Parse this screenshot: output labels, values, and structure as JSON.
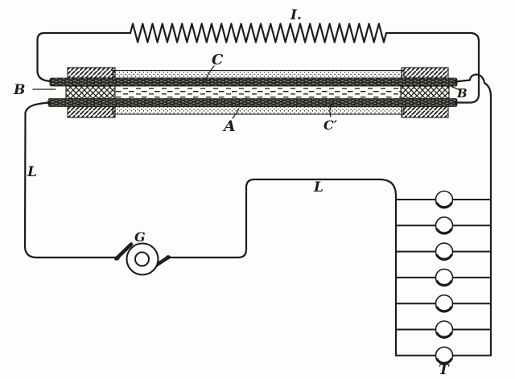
{
  "figure": {
    "ink_color": "#1c1c1c",
    "background_color": "#fdfdfb",
    "labels": {
      "coil": "I.",
      "rod_top": "C",
      "tube": "A",
      "rod_bottom": "C′",
      "plug_left": "B",
      "plug_right": "B",
      "line_left": "L",
      "line_middle": "L",
      "galvanometer": "G",
      "battery": "T"
    },
    "coil_teeth": 26,
    "battery_cells": 7
  }
}
